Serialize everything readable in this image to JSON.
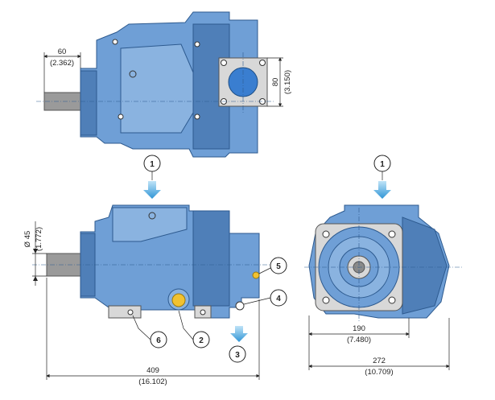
{
  "dimensions": {
    "top_shaft_len": {
      "mm": "60",
      "in": "(2.362)"
    },
    "top_flange": {
      "mm": "80",
      "in": "(3.150)"
    },
    "side_shaft_dia": {
      "mm": "Ø 45",
      "in": "(1.772)"
    },
    "side_length": {
      "mm": "409",
      "in": "(16.102)"
    },
    "front_width_inner": {
      "mm": "190",
      "in": "(7.480)"
    },
    "front_width_outer": {
      "mm": "272",
      "in": "(10.709)"
    }
  },
  "callouts": [
    "1",
    "1",
    "2",
    "3",
    "4",
    "5",
    "6"
  ],
  "colors": {
    "body": "#6f9fd6",
    "outline": "#2d5a8f",
    "port_yellow": "#f2c230",
    "arrow": "#4aa8e0"
  }
}
